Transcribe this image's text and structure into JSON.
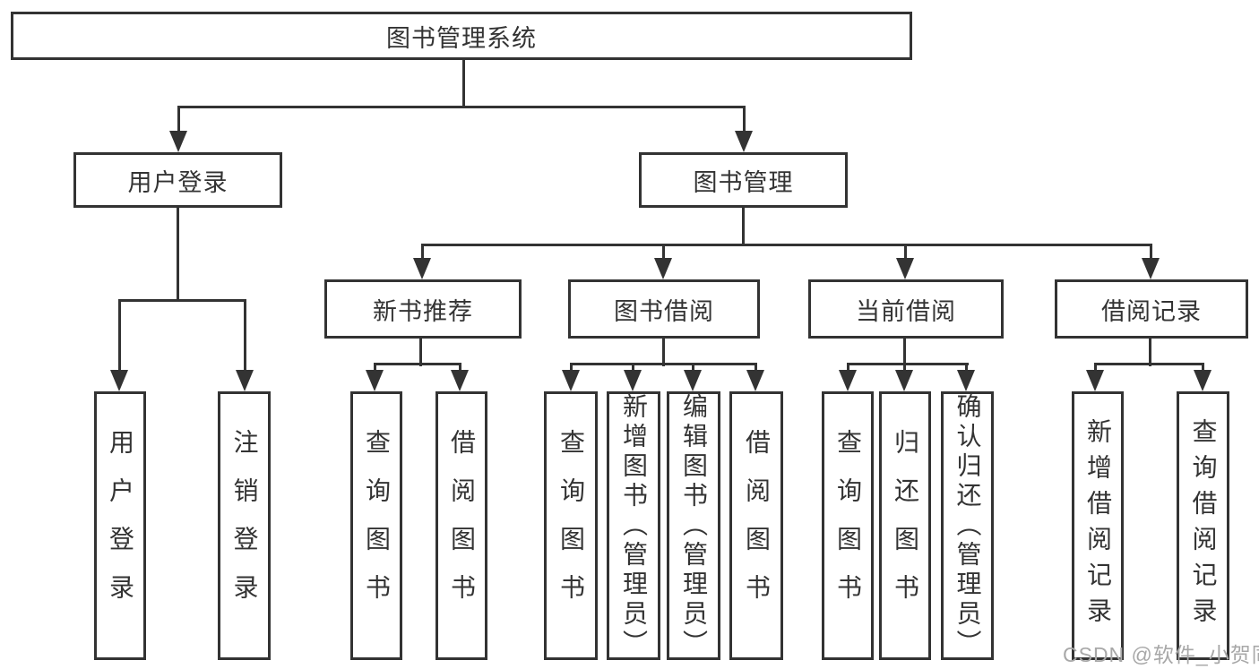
{
  "nodes": {
    "root": "图书管理系统",
    "user_login": "用户登录",
    "book_management": "图书管理",
    "new_book_recommend": "新书推荐",
    "book_borrow": "图书借阅",
    "current_borrow": "当前借阅",
    "borrow_records": "借阅记录"
  },
  "leaves": {
    "user_login": [
      "用户登录",
      "注销登录"
    ],
    "new_book_recommend": [
      "查询图书",
      "借阅图书"
    ],
    "book_borrow": [
      "查询图书",
      "新增图书（管理员）",
      "编辑图书（管理员）",
      "借阅图书"
    ],
    "current_borrow": [
      "查询图书",
      "归还图书",
      "确认归还（管理员）"
    ],
    "borrow_records": [
      "新增借阅记录",
      "查询借阅记录"
    ]
  },
  "watermark": "CSDN @软件_小贺同学",
  "colors": {
    "line": "#333333",
    "box_background": "#ffffff",
    "text": "#333333",
    "watermark": "#a8a8a8",
    "page_background": "#ffffff"
  }
}
